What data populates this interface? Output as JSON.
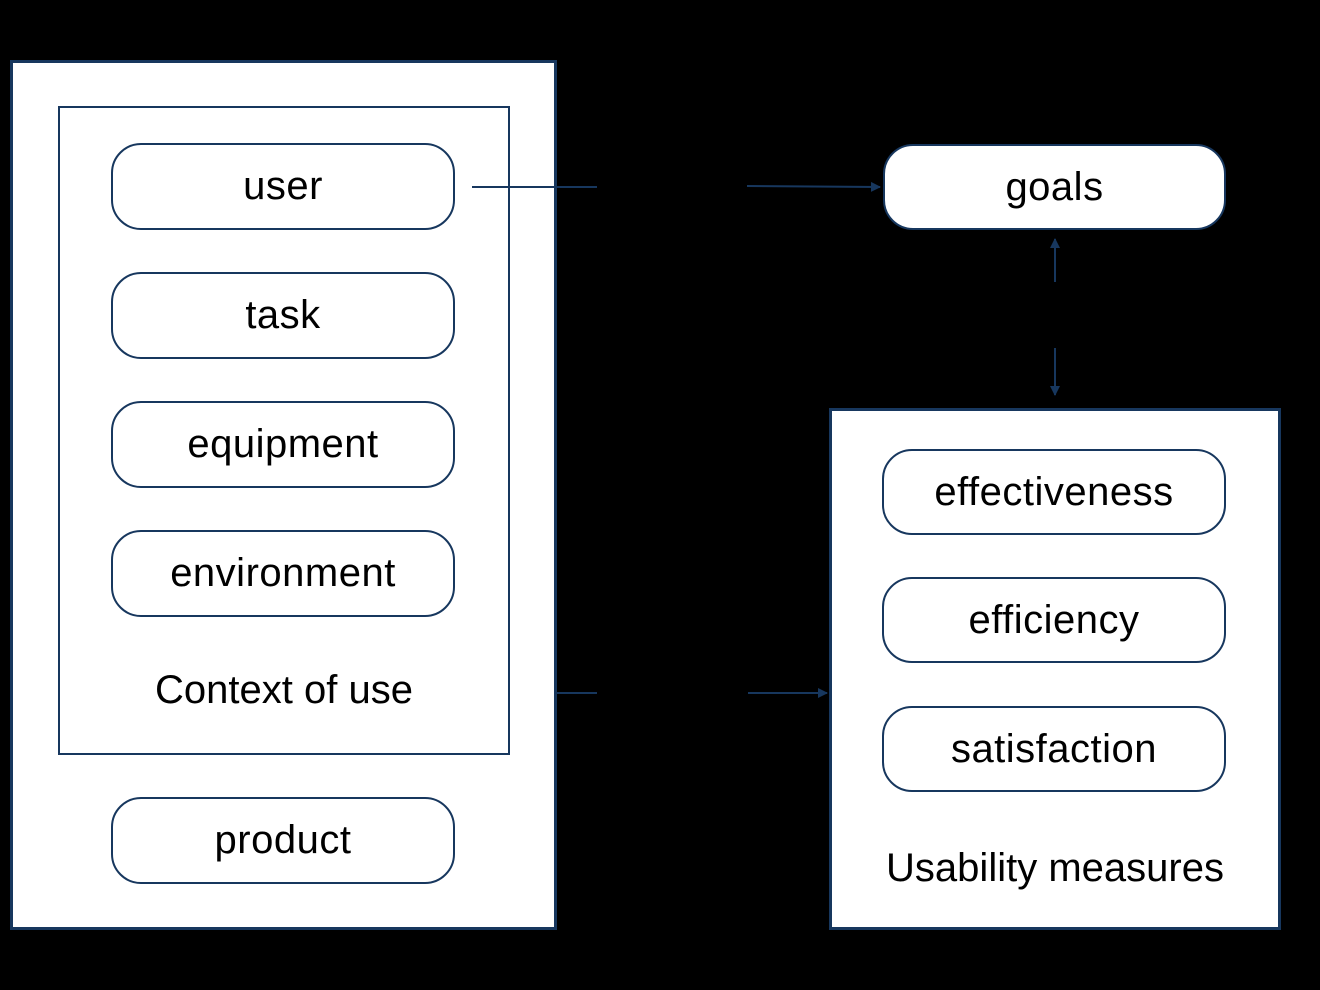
{
  "left_group": {
    "context_items": [
      "user",
      "task",
      "equipment",
      "environment"
    ],
    "context_label": "Context of use",
    "product": "product"
  },
  "right_group": {
    "goals": "goals",
    "measure_items": [
      "effectiveness",
      "efficiency",
      "satisfaction"
    ],
    "measures_label": "Usability measures"
  },
  "colors": {
    "background": "#000000",
    "border": "#17375e",
    "fill": "#ffffff"
  }
}
